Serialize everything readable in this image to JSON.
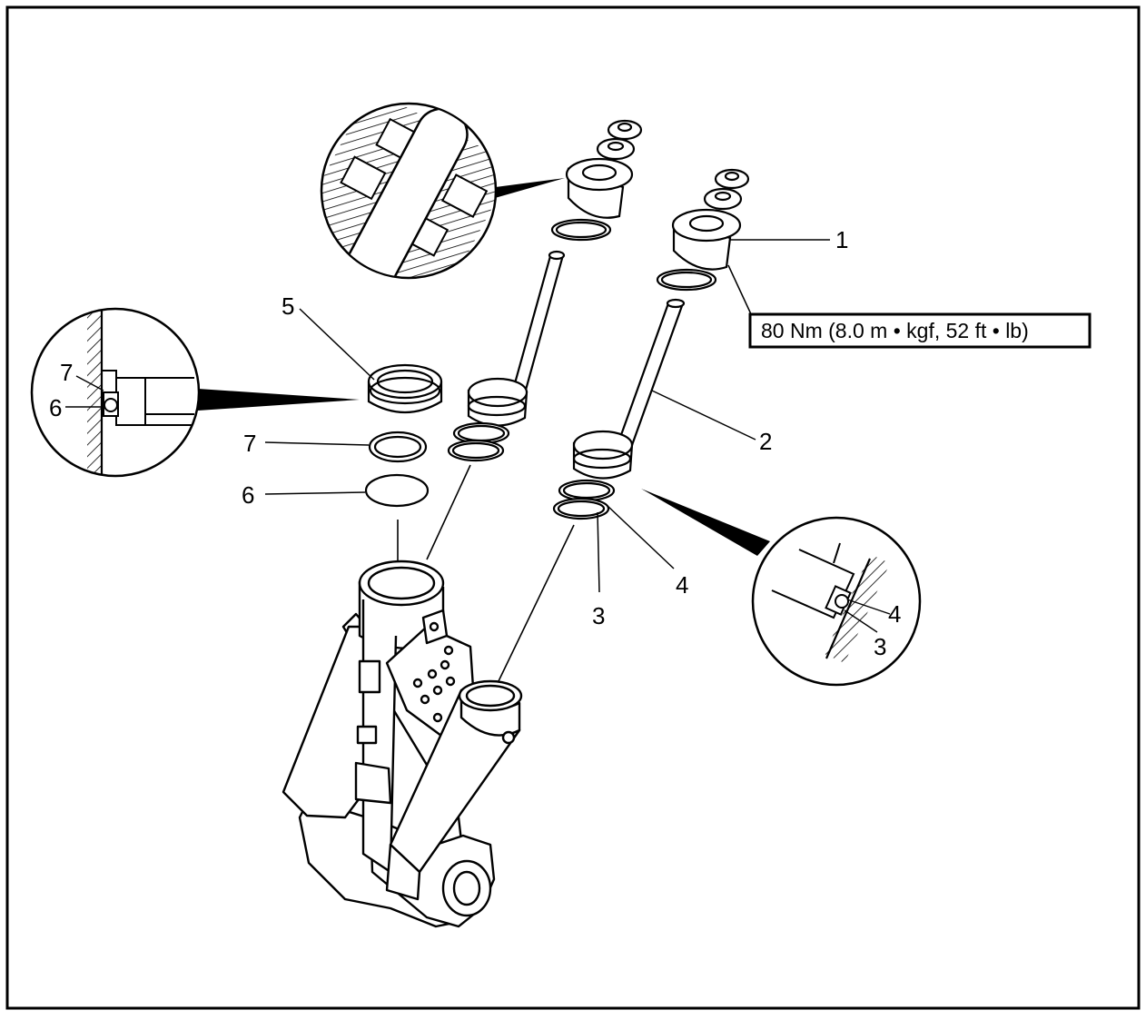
{
  "callouts": {
    "seal_cap_right": "1",
    "piston_rod_right": "2",
    "oring_outer_right": "3",
    "backup_ring_right": "4",
    "seal_left": "5",
    "oring_left": "6",
    "backup_ring_left": "7"
  },
  "torque_spec": "80 Nm (8.0 m • kgf, 52 ft • lb)",
  "detail_left": {
    "label_top": "7",
    "label_bottom": "6"
  },
  "detail_right": {
    "label_top": "4",
    "label_bottom": "3"
  }
}
